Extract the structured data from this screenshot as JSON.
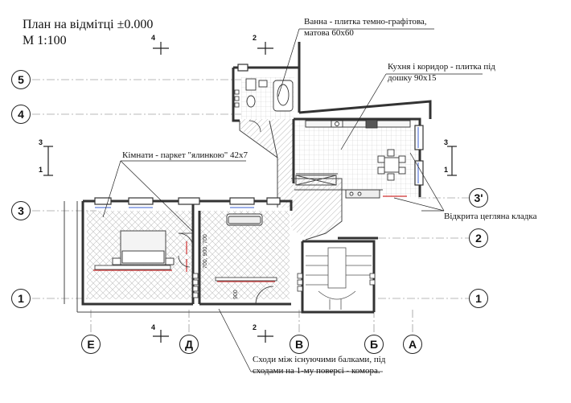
{
  "title": {
    "line1": "План на відмітці ±0.000",
    "line2": "М 1:100"
  },
  "notes": {
    "bathroom_line1": "Ванна - плитка темно-графітова,",
    "bathroom_line2": "матова 60х60",
    "kitchen_line1": "Кухня і коридор - плитка під",
    "kitchen_line2": "дошку 90х15",
    "rooms": "Кімнати - паркет \"ялинкою\" 42х7",
    "brick": "Відкрита цегляна кладка",
    "stairs_line1": "Сходи між існуючими балками, під",
    "stairs_line2": "сходами на 1-му поверсі - комора."
  },
  "axes": {
    "row_5": "5",
    "row_4": "4",
    "row_3": "3",
    "row_3p": "3'",
    "row_2": "2",
    "row_1_left": "1",
    "row_1_right": "1",
    "col_E": "Е",
    "col_D": "Д",
    "col_V": "В",
    "col_B": "Б",
    "col_A": "А"
  },
  "section_marks": {
    "s4_top": "4",
    "s2_top": "2",
    "s3_left": "3",
    "s1_left": "1",
    "s3_right": "3",
    "s1_right": "1",
    "s4_bottom": "4",
    "s2_bottom": "2"
  },
  "dimensions": {
    "door_height": "700, 900, 700",
    "door_width": "900"
  },
  "colors": {
    "wall": "#333333",
    "hatch": "#b5b5b5",
    "accent_red": "#d03030",
    "window_blue": "#3a5fd0"
  }
}
